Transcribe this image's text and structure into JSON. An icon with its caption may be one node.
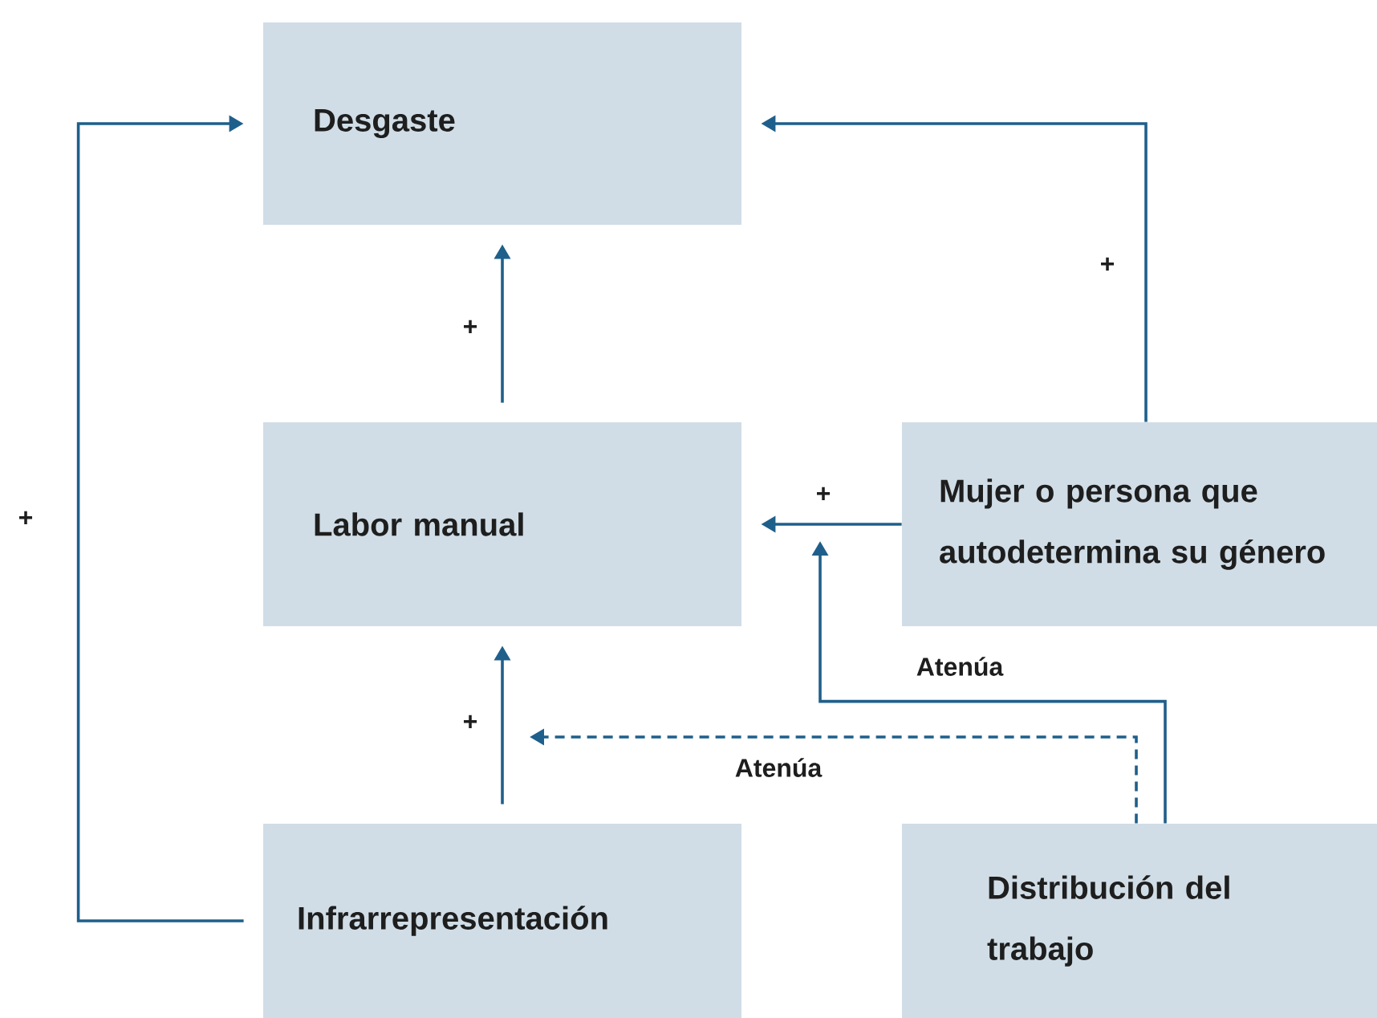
{
  "diagram": {
    "nodes": [
      {
        "text": [
          "Desgaste"
        ]
      },
      {
        "text": [
          "Labor manual"
        ]
      },
      {
        "text": [
          "Mujer o persona que autodetermina su género"
        ]
      },
      {
        "text": [
          "Infrarrepresentación"
        ]
      },
      {
        "text": [
          "Distribución del trabajo"
        ]
      }
    ],
    "edges": [
      {
        "from": 1,
        "to": 0,
        "arrow": "to",
        "label": "+"
      },
      {
        "from": 3,
        "to": 0,
        "arrow": "to",
        "label": "+"
      },
      {
        "from": 2,
        "to": 0,
        "arrow": "to",
        "label": "+"
      },
      {
        "from": 2,
        "to": 1,
        "arrow": "to",
        "label": "+"
      },
      {
        "from": 3,
        "to": 1,
        "arrow": "to",
        "label": "+"
      },
      {
        "from": 4,
        "to": null,
        "arrow": "to",
        "label": "Atenúa"
      },
      {
        "from": 4,
        "to": null,
        "arrow": "to",
        "label": "Atenúa",
        "style": "dashed"
      }
    ]
  }
}
